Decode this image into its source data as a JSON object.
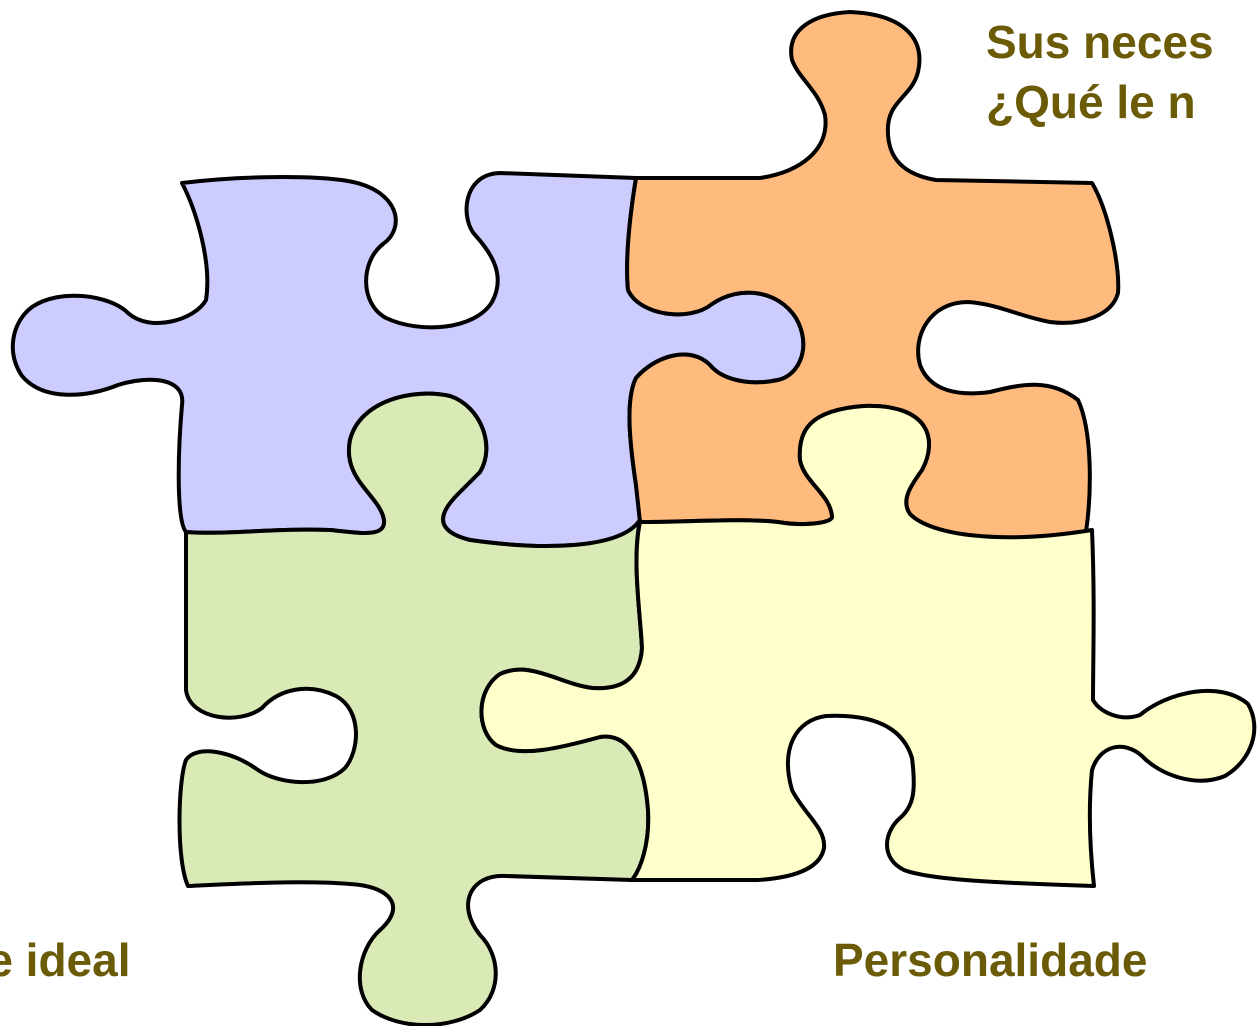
{
  "colors": {
    "text": "#6b5a06",
    "purple_piece": "#ccccff",
    "orange_piece": "#ffbb7d",
    "green_piece": "#d9eab6",
    "yellow_piece": "#ffffcc",
    "outline": "#000000"
  },
  "labels": {
    "top_right": {
      "line1": "Sus neces",
      "line2": "¿Qué le n"
    },
    "bottom_left": "te ideal",
    "bottom_right": "Personalidade"
  }
}
